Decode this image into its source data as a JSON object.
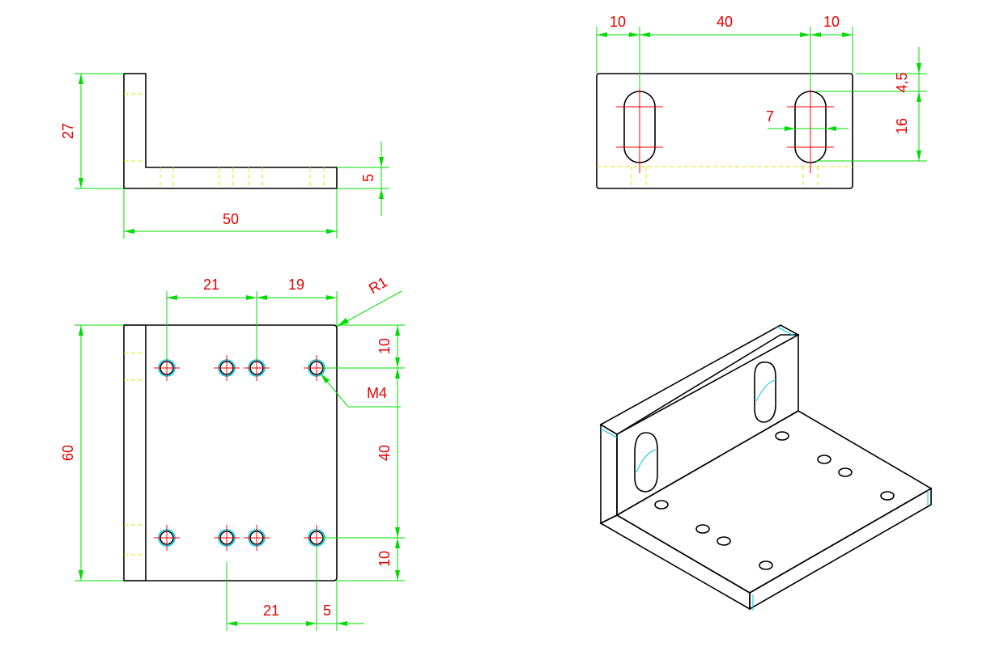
{
  "colors": {
    "outline": "#000000",
    "dimension": "#00dd00",
    "centerline": "#ff0000",
    "hidden": "#e6e600",
    "edge": "#00c8e6",
    "label": "#e60000"
  },
  "side_view": {
    "height": "27",
    "thickness": "5",
    "length": "50"
  },
  "top_view": {
    "left_margin": "10",
    "slot_spacing": "40",
    "right_margin": "10",
    "slot_top": "4,5",
    "slot_length": "16",
    "slot_width": "7"
  },
  "plan_view": {
    "spacing_a": "21",
    "spacing_b": "19",
    "radius": "R1",
    "top_offset": "10",
    "thread": "M4",
    "height": "60",
    "hole_spacing": "40",
    "bottom_offset": "10",
    "bottom_spacing": "21",
    "edge_offset": "5"
  }
}
